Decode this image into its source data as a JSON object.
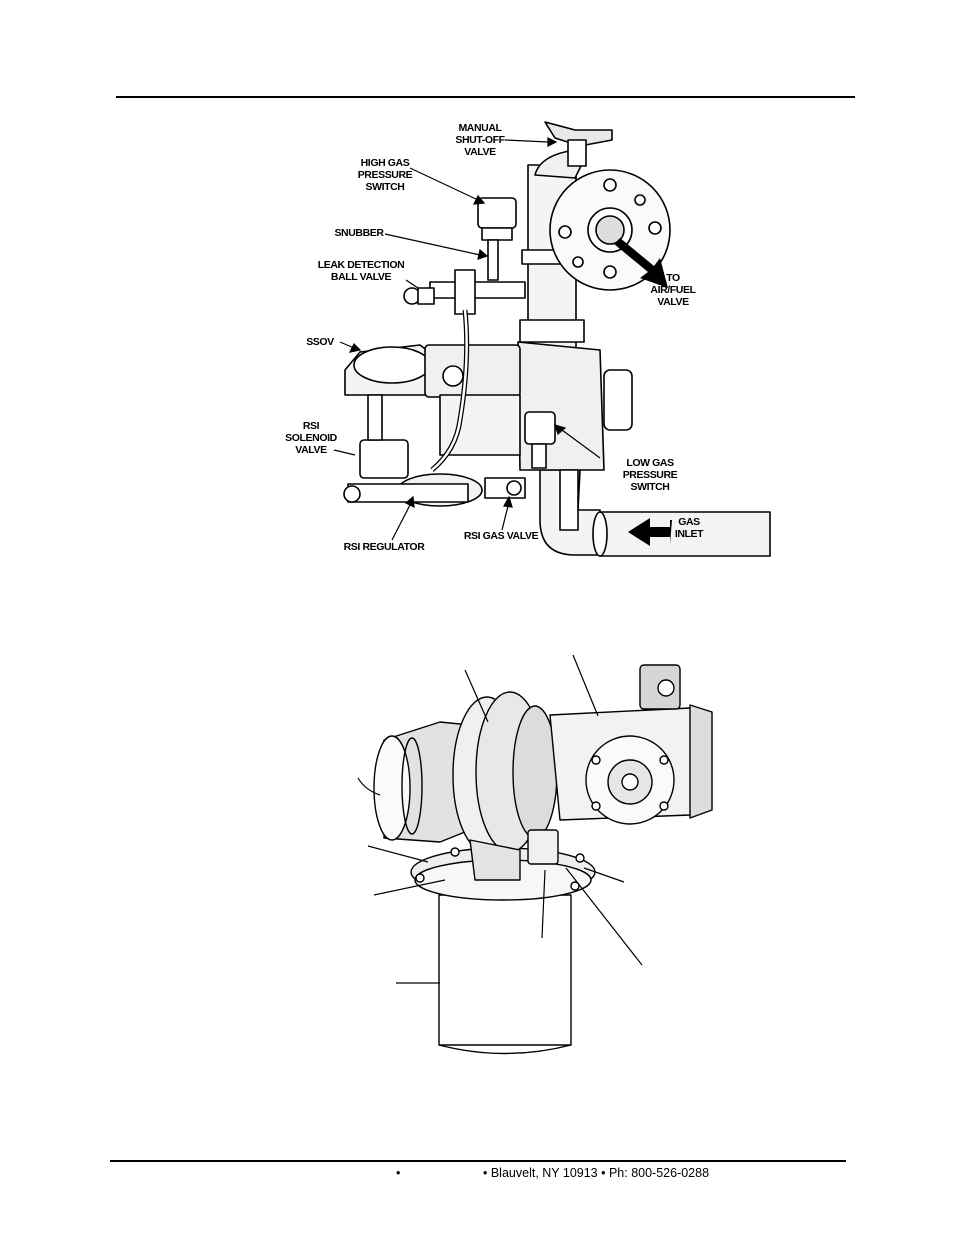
{
  "figure1": {
    "labels": {
      "manual_shutoff": "MANUAL\nSHUT-OFF\nVALVE",
      "high_gas": "HIGH GAS\nPRESSURE\nSWITCH",
      "snubber": "SNUBBER",
      "leak_detection": "LEAK DETECTION\nBALL VALVE",
      "to_air_fuel": "TO\nAIR/FUEL\nVALVE",
      "ssov": "SSOV",
      "rsi_solenoid": "RSI\nSOLENOID\nVALVE",
      "low_gas": "LOW GAS\nPRESSURE\nSWITCH",
      "gas_inlet": "GAS\nINLET",
      "rsi_regulator": "RSI REGULATOR",
      "rsi_gas_valve": "RSI GAS VALVE"
    }
  },
  "footer": {
    "bullet": "•",
    "contact": "• Blauvelt, NY 10913  • Ph: 800-526-0288"
  }
}
